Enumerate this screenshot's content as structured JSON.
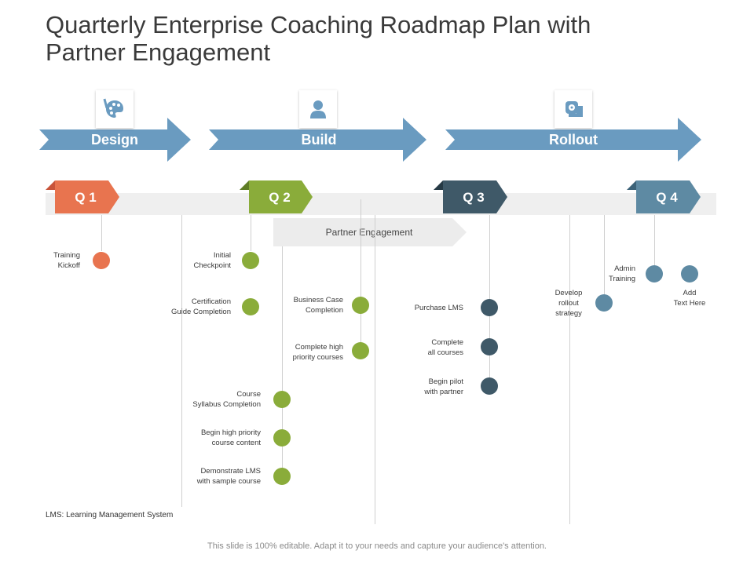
{
  "title": "Quarterly Enterprise Coaching Roadmap Plan with Partner Engagement",
  "phases": [
    {
      "label": "Design",
      "icon": "palette-icon"
    },
    {
      "label": "Build",
      "icon": "user-icon"
    },
    {
      "label": "Rollout",
      "icon": "tape-icon"
    }
  ],
  "quarters": [
    {
      "label": "Q 1",
      "color": "#e8744f"
    },
    {
      "label": "Q 2",
      "color": "#8aac3a"
    },
    {
      "label": "Q 3",
      "color": "#3f5968"
    },
    {
      "label": "Q 4",
      "color": "#5e8aa3"
    }
  ],
  "partner_engagement": "Partner Engagement",
  "milestones": {
    "training_kickoff": "Training\nKickoff",
    "initial_checkpoint": "Initial\nCheckpoint",
    "certification_guide": "Certification\nGuide Completion",
    "course_syllabus": "Course\nSyllabus Completion",
    "begin_high_priority": "Begin high priority\ncourse content",
    "demonstrate_lms": "Demonstrate LMS\nwith sample course",
    "business_case": "Business Case\nCompletion",
    "complete_high_priority": "Complete  high\npriority courses",
    "purchase_lms": "Purchase LMS",
    "complete_all_courses": "Complete\nall courses",
    "begin_pilot": "Begin pilot\nwith partner",
    "develop_rollout": "Develop\nrollout\nstrategy",
    "admin_training": "Admin\nTraining",
    "add_text_here": "Add\nText Here"
  },
  "note": "LMS: Learning Management System",
  "footer": "This slide is 100% editable. Adapt it to your needs and capture your audience's attention.",
  "colors": {
    "phase_arrow": "#6a9bc0",
    "q1": "#e8744f",
    "q2": "#8aac3a",
    "q3": "#3f5968",
    "q4": "#5e8aa3",
    "track": "#efefef"
  }
}
